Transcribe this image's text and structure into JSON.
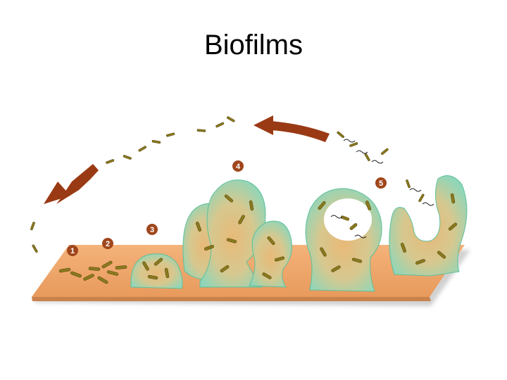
{
  "slide": {
    "title": "Biofilms"
  },
  "diagram": {
    "stages": [
      {
        "label": "1"
      },
      {
        "label": "2"
      },
      {
        "label": "3"
      },
      {
        "label": "4"
      },
      {
        "label": "5"
      }
    ],
    "colors": {
      "substrate": "#f0a86c",
      "substrate_edge": "#c9824c",
      "biofilm": "#8fd6b9",
      "biofilm_edge": "#5fbf9b",
      "biofilm_core": "#e8b978",
      "bacteria": "#8a7a1e",
      "bacteria_dark": "#5a4a0e",
      "arrow": "#9a3a14",
      "badge": "#a0461c",
      "badge_text": "#ffffff",
      "flagella": "#2a2a2a"
    }
  }
}
